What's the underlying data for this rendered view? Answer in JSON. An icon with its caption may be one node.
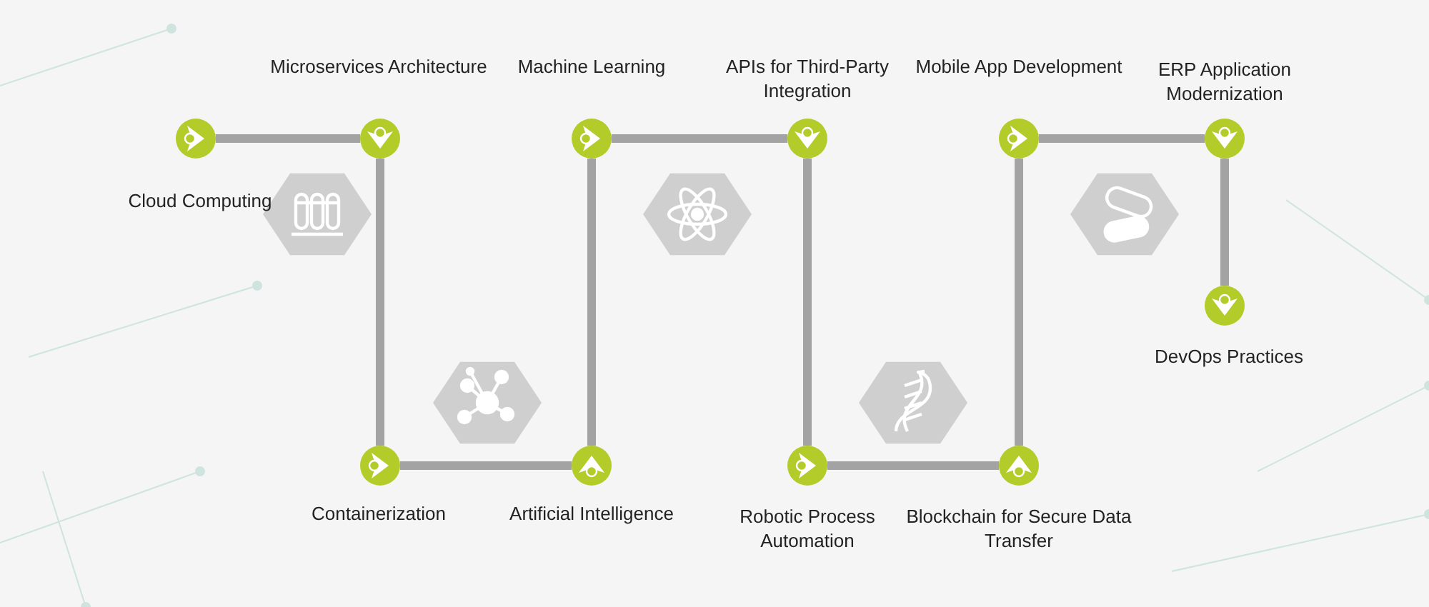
{
  "diagram": {
    "nodes": [
      {
        "text": [],
        "shape": "circle",
        "beside": [
          "Cloud Computing"
        ]
      },
      {
        "text": [],
        "shape": "circle",
        "beside": [
          "Microservices Architecture"
        ]
      },
      {
        "text": [],
        "shape": "circle",
        "beside": [
          "Containerization"
        ]
      },
      {
        "text": [],
        "shape": "circle",
        "beside": [
          "Artificial Intelligence"
        ]
      },
      {
        "text": [],
        "shape": "circle",
        "beside": [
          "Machine Learning"
        ]
      },
      {
        "text": [],
        "shape": "circle",
        "beside": [
          "APIs for Third-Party Integration"
        ]
      },
      {
        "text": [],
        "shape": "circle",
        "beside": [
          "Robotic Process Automation"
        ]
      },
      {
        "text": [],
        "shape": "circle",
        "beside": [
          "Blockchain for Secure Data Transfer"
        ]
      },
      {
        "text": [],
        "shape": "circle",
        "beside": [
          "Mobile App Development"
        ]
      },
      {
        "text": [],
        "shape": "circle",
        "beside": [
          "ERP Application Modernization"
        ]
      },
      {
        "text": [],
        "shape": "circle",
        "beside": [
          "DevOps Practices"
        ]
      }
    ],
    "edges": [
      {
        "from": 0,
        "to": 1,
        "arrow": "none"
      },
      {
        "from": 1,
        "to": 2,
        "arrow": "none"
      },
      {
        "from": 2,
        "to": 3,
        "arrow": "none"
      },
      {
        "from": 3,
        "to": 4,
        "arrow": "none"
      },
      {
        "from": 4,
        "to": 5,
        "arrow": "none"
      },
      {
        "from": 5,
        "to": 6,
        "arrow": "none"
      },
      {
        "from": 6,
        "to": 7,
        "arrow": "none"
      },
      {
        "from": 7,
        "to": 8,
        "arrow": "none"
      },
      {
        "from": 8,
        "to": 9,
        "arrow": "none"
      },
      {
        "from": 9,
        "to": 10,
        "arrow": "none"
      }
    ]
  }
}
